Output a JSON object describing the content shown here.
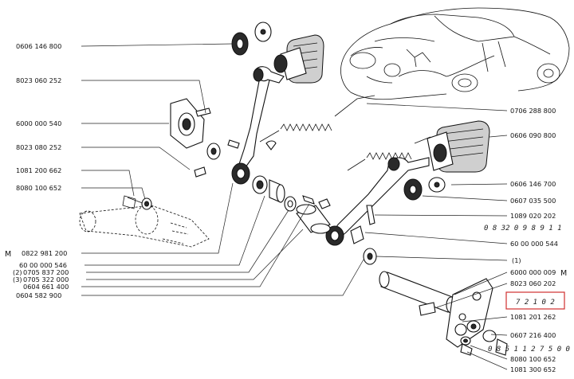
{
  "labels_left": [
    {
      "id": "l1",
      "text": "0606 146 800"
    },
    {
      "id": "l2",
      "text": "8023 060 252"
    },
    {
      "id": "l3",
      "text": "6000 000 540"
    },
    {
      "id": "l4",
      "text": "8023 080 252"
    },
    {
      "id": "l5",
      "text": "1081 200 662"
    },
    {
      "id": "l6",
      "text": "8080 100 652"
    },
    {
      "id": "l7",
      "text": "0822 981 200"
    },
    {
      "id": "l8",
      "text": "60 00 000 546"
    },
    {
      "id": "l9",
      "text": "0705 837 200"
    },
    {
      "id": "l10",
      "text": "0705 322 000"
    },
    {
      "id": "l11",
      "text": "0604 661 400"
    },
    {
      "id": "l12",
      "text": "0604 582 900"
    }
  ],
  "labels_left_prefix": {
    "l7": "M",
    "l9": "(2)",
    "l10": "(3)"
  },
  "labels_right": [
    {
      "id": "r1",
      "text": "0706 288 800"
    },
    {
      "id": "r2",
      "text": "0606 090 800"
    },
    {
      "id": "r3",
      "text": "0606 146 700"
    },
    {
      "id": "r4",
      "text": "0607 035 500"
    },
    {
      "id": "r5",
      "text": "1089 020 202"
    },
    {
      "id": "r6",
      "text": "0 8 32 0 9 8 9 1 1"
    },
    {
      "id": "r7",
      "text": "60 00 000 544"
    },
    {
      "id": "r8",
      "text": "(1)"
    },
    {
      "id": "r9",
      "text": "6000 000 009"
    },
    {
      "id": "r10",
      "text": "8023 060 202"
    },
    {
      "id": "r11",
      "text": "7 2 1 0 2"
    },
    {
      "id": "r12",
      "text": "1081 201 262"
    },
    {
      "id": "r13",
      "text": "0607 216 400"
    },
    {
      "id": "r14",
      "text": "0 8 5 1 1 2 7 5 0 0"
    },
    {
      "id": "r15",
      "text": "8080 100 652"
    },
    {
      "id": "r16",
      "text": "1081 300 652"
    }
  ],
  "labels_right_suffix": {
    "r9": "M"
  },
  "highlight_box_color": "#d03030"
}
